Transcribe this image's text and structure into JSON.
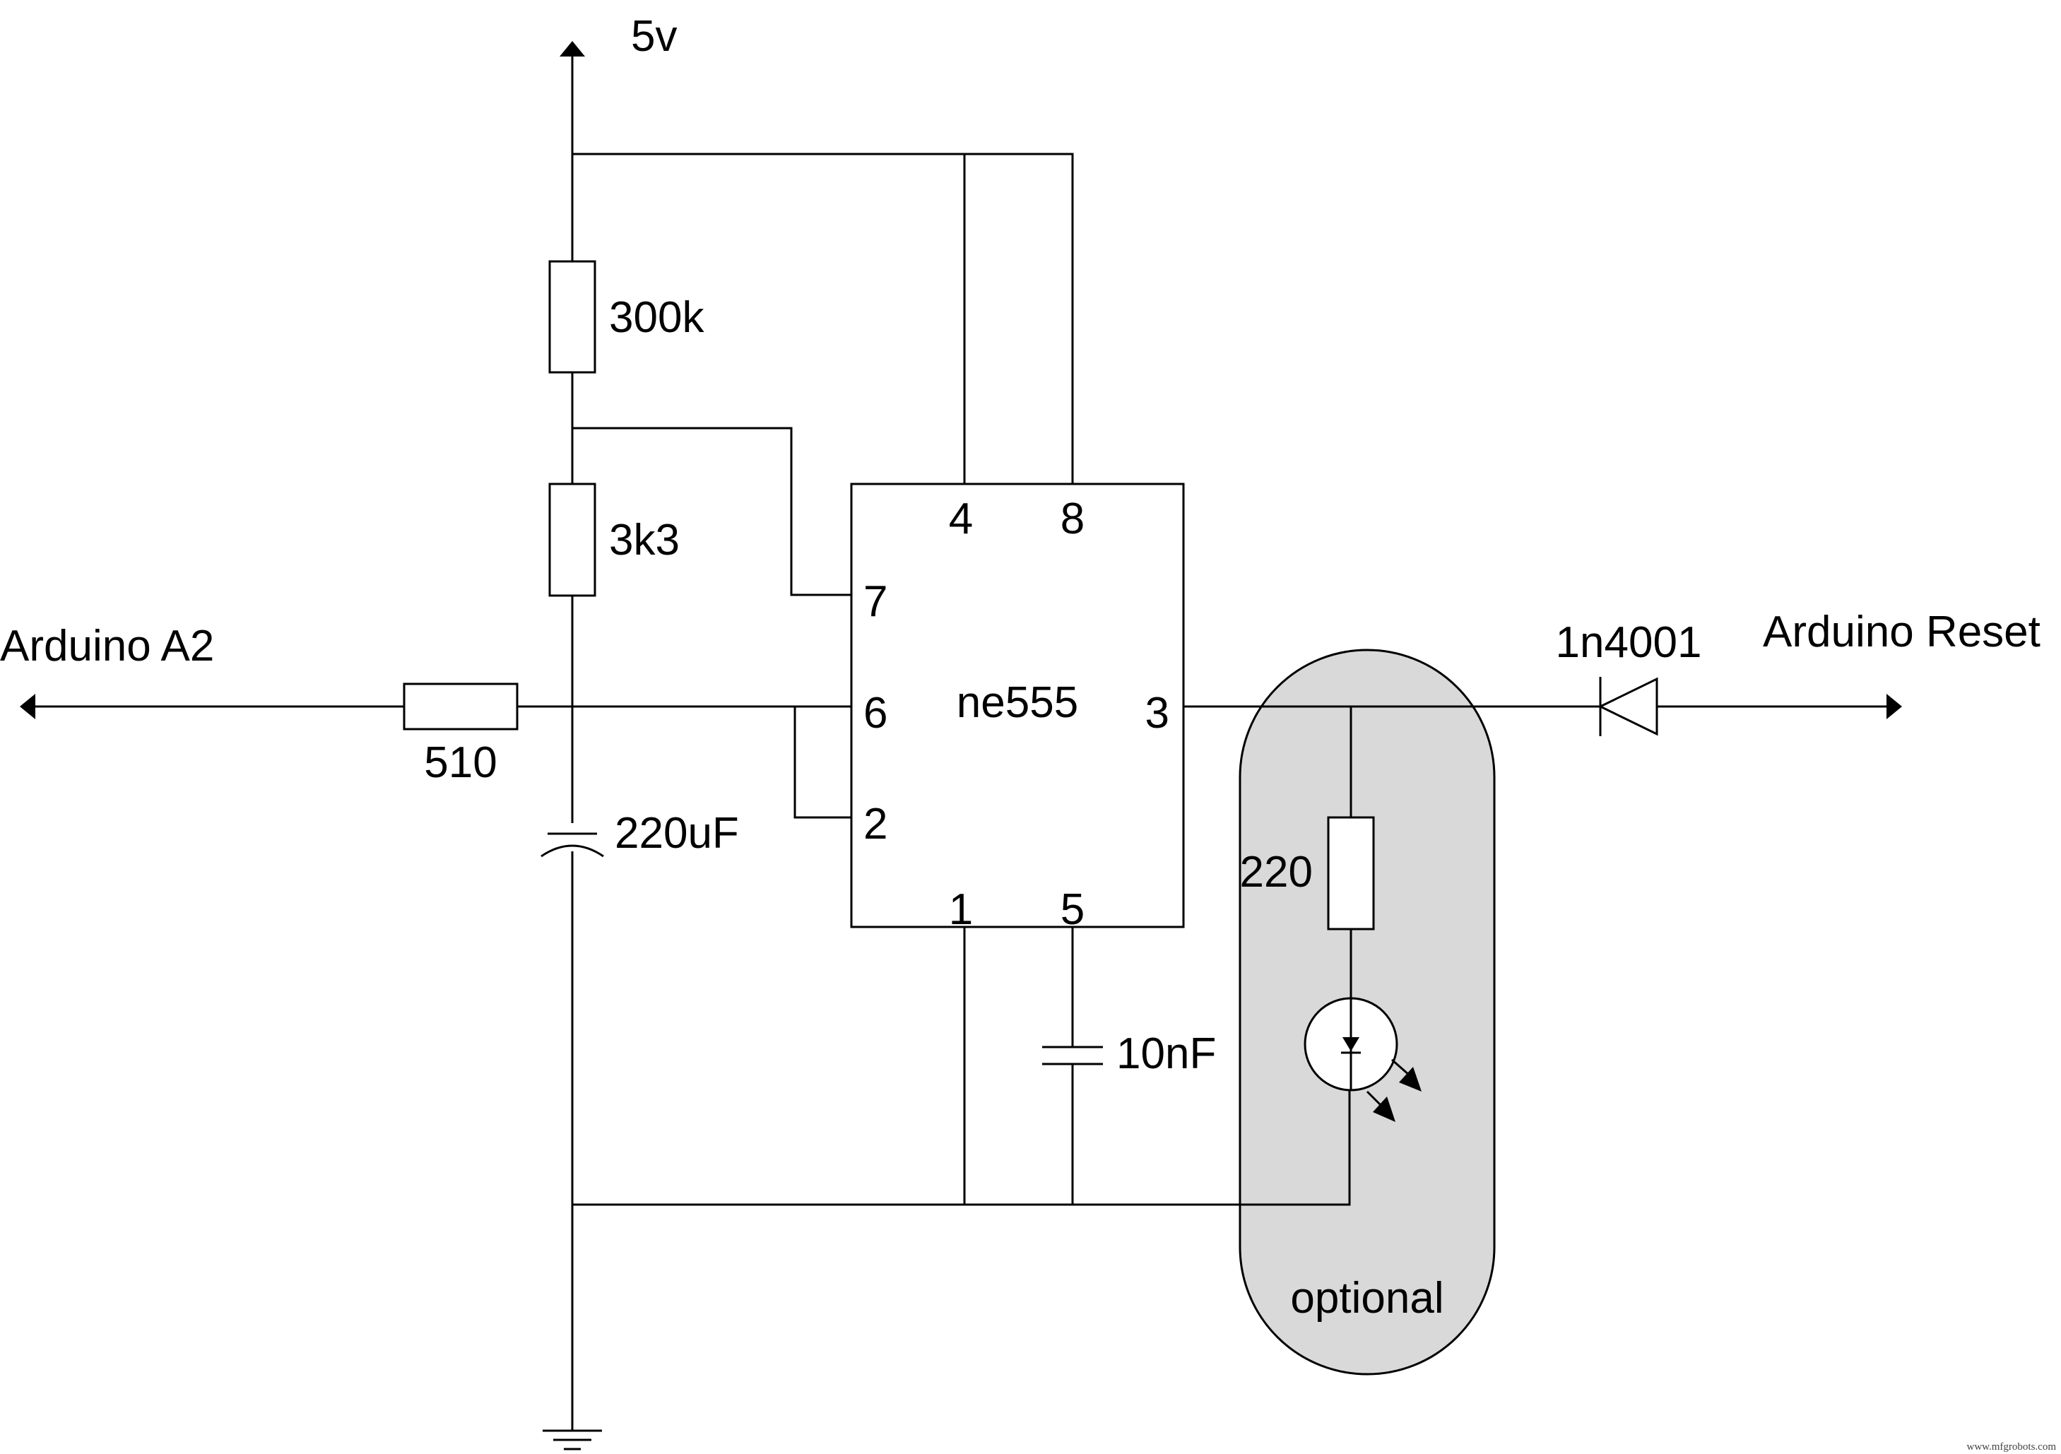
{
  "labels": {
    "supply": "5v",
    "input_left": "Arduino A2",
    "output_right": "Arduino Reset",
    "optional": "optional",
    "watermark": "www.mfgrobots.com"
  },
  "components": {
    "r_top": "300k",
    "r_mid": "3k3",
    "r_input": "510",
    "c_timing": "220uF",
    "c_control": "10nF",
    "r_led": "220",
    "diode": "1n4001",
    "ic": "ne555"
  },
  "pins": {
    "p4": "4",
    "p8": "8",
    "p7": "7",
    "p6": "6",
    "p2": "2",
    "p3": "3",
    "p1": "1",
    "p5": "5"
  },
  "colors": {
    "optional_fill": "#d9d9d9",
    "line": "#000000"
  }
}
